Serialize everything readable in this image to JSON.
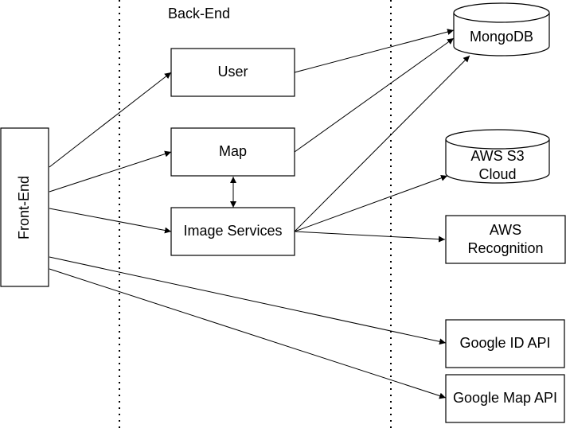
{
  "labels": {
    "back_end": "Back-End",
    "front_end": "Front-End",
    "user": "User",
    "map": "Map",
    "image_services": "Image Services",
    "mongodb": "MongoDB",
    "aws_s3_line1": "AWS S3",
    "aws_s3_line2": "Cloud",
    "aws_recognition_line1": "AWS",
    "aws_recognition_line2": "Recognition",
    "google_id_api": "Google ID API",
    "google_map_api": "Google Map API"
  },
  "colors": {
    "stroke": "#000000",
    "fill": "#ffffff"
  }
}
